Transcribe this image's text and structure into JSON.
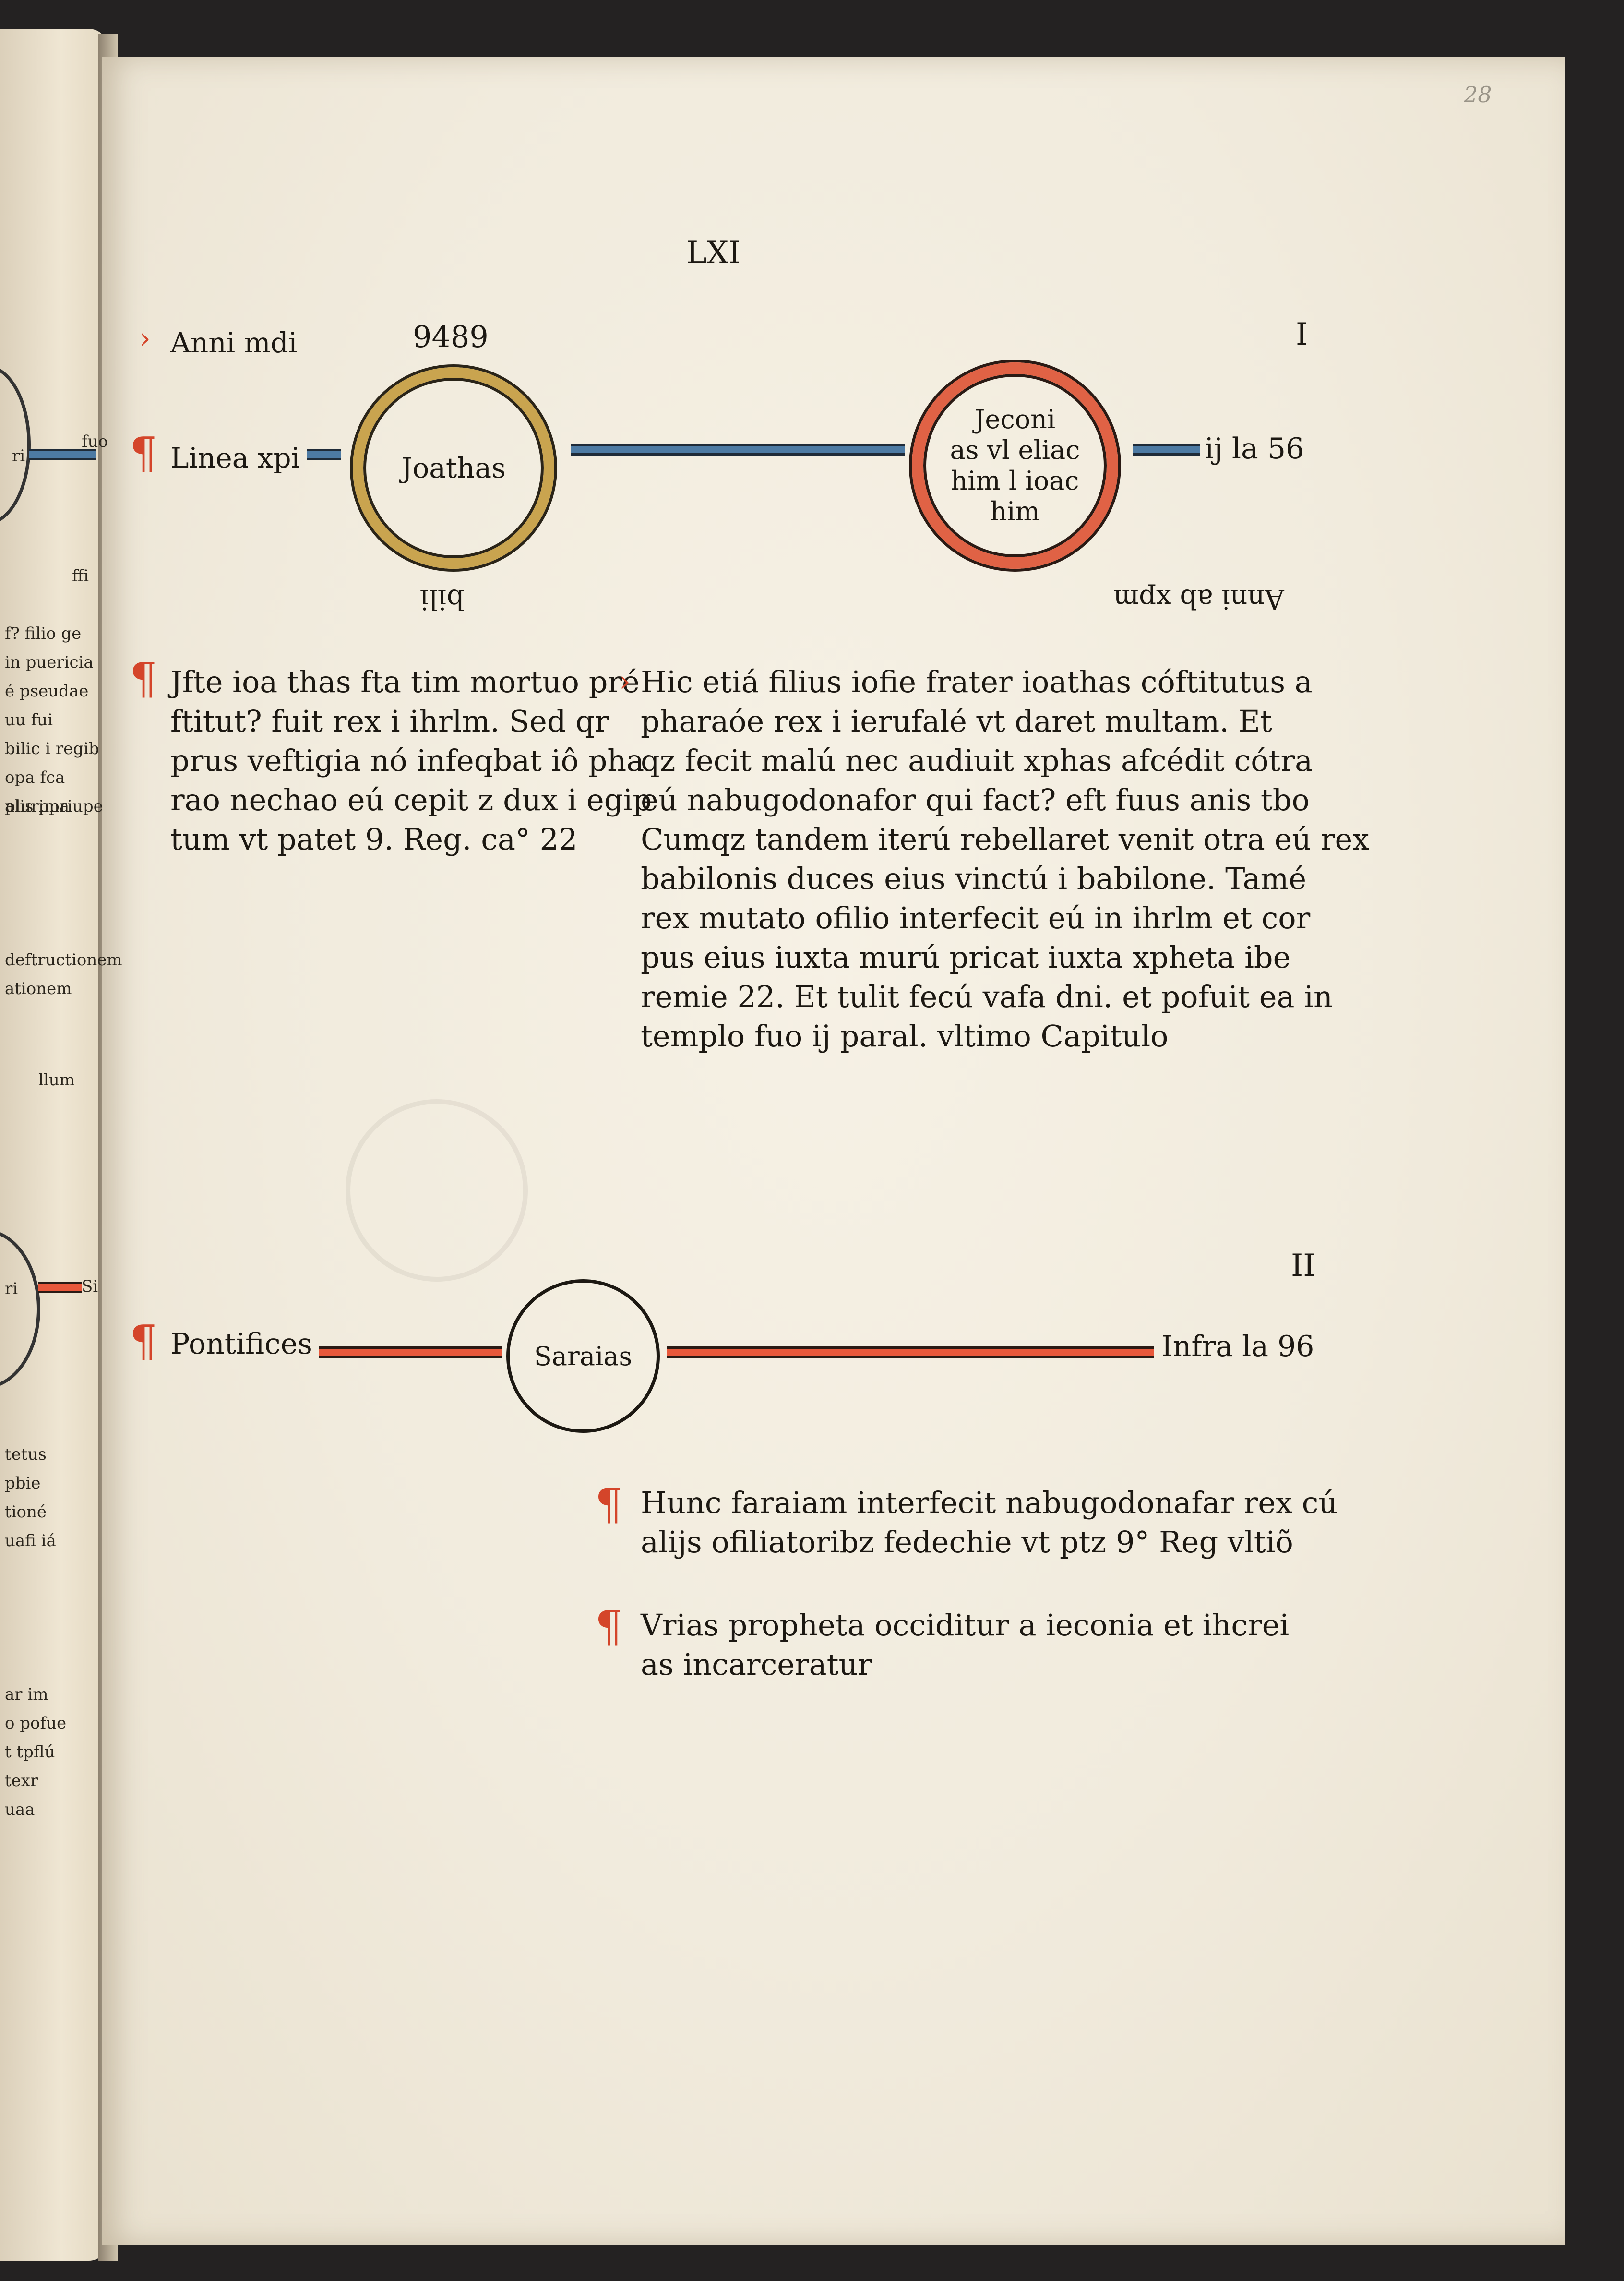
{
  "folio_note": "28",
  "running_head": "LXI",
  "left_page": {
    "fragments": [
      "ri",
      "fuo",
      "ffi",
      "f? filio ge",
      "in puericia",
      "é pseudae",
      "uu fui",
      "bilic i regib",
      "opa fca plurima",
      "alis ppriupe",
      "deftructionem",
      "ationem",
      "llum",
      "ri",
      "Si",
      "tetus",
      "pbie",
      "tioné",
      "uafi iá",
      "ar im",
      "o pofue",
      "t tpflú",
      "texr",
      "uaa"
    ]
  },
  "section_one": {
    "number": "I",
    "year_label": "Anni mdi",
    "year_value": "9489",
    "line_label": "Linea xpi",
    "king_one": "Joathas",
    "reign_one": "bili",
    "king_two_lines": [
      "Jeconi",
      "as vl eliac",
      "him l ioac",
      "him"
    ],
    "cross_ref": "ij la 56",
    "years_inverted": "Anni ab xpm",
    "text_left": [
      "Jfte ioa thas fta tim mortuo pré",
      "ftitut? fuit rex i ihrlm. Sed qr",
      "prus veftigia nó infeqbat iô pha",
      "rao nechao eú cepit z dux i egip",
      "tum vt patet 9. Reg. ca° 22"
    ],
    "text_right": [
      "Hic etiá filius iofie frater ioathas cóftitutus a",
      "pharaóe rex i ierufalé vt daret multam. Et",
      "qz fecit malú nec audiuit xphas afcédit cótra",
      "eú nabugodonafor qui fact? eft fuus anis tbo",
      "Cumqz tandem iterú rebellaret venit otra eú rex",
      "babilonis duces eius vinctú i babilone. Tamé",
      "rex mutato ofilio interfecit eú in ihrlm et cor",
      "pus eius iuxta murú pricat iuxta xpheta ibe",
      "remie 22. Et tulit fecú vafa dni. et pofuit ea in",
      "templo fuo ij paral. vltimo Capitulo"
    ]
  },
  "section_two": {
    "number": "II",
    "line_label": "Pontifices",
    "priest": "Saraias",
    "cross_ref": "Infra la 96",
    "text_one": [
      "Hunc faraiam interfecit nabugodonafar rex cú",
      "alijs ofiliatoribz fedechie vt ptz 9° Reg vltiõ"
    ],
    "text_two": [
      "Vrias propheta occiditur a ieconia et ihcrei",
      "as incarceratur"
    ]
  },
  "colors": {
    "ink": "#1c1812",
    "rubric": "#d4452a",
    "rule_blue": "#4d7aa3",
    "ring_yellow": "#c9a44f",
    "ring_red": "#e06245",
    "paper": "#f3eee2"
  }
}
